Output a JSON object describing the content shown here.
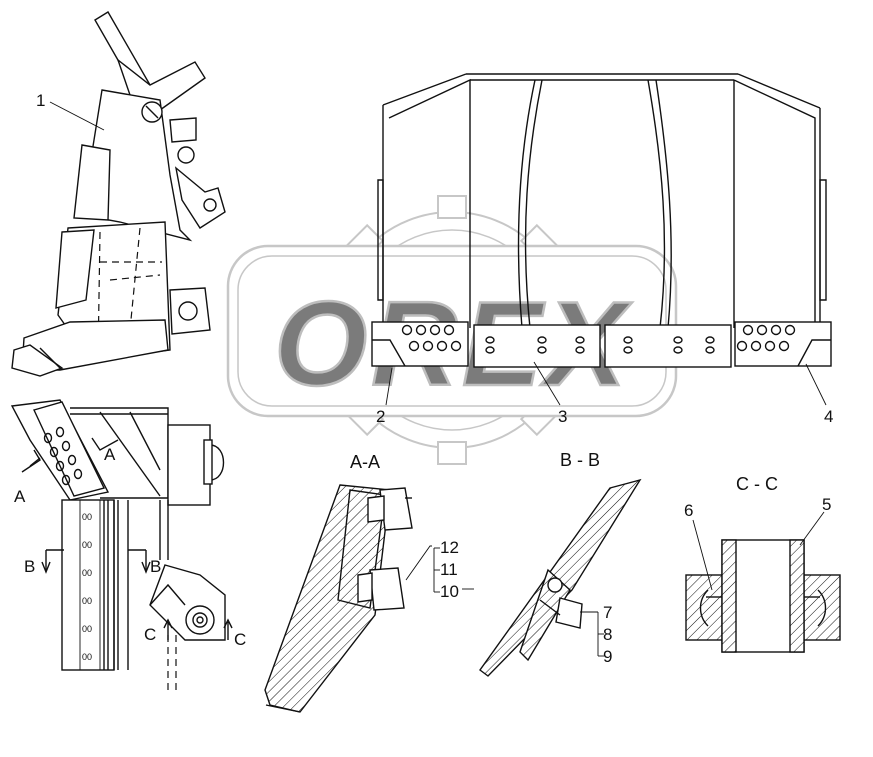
{
  "watermark": {
    "text": "OREX"
  },
  "callouts": {
    "c1": "1",
    "c2": "2",
    "c3": "3",
    "c4": "4",
    "c5": "5",
    "c6": "6",
    "c7": "7",
    "c8": "8",
    "c9": "9",
    "c10": "10",
    "c11": "11",
    "c12": "12"
  },
  "sections": {
    "aa": "A-A",
    "bb": "B - B",
    "cc": "C - C"
  },
  "cut_marks": {
    "a_left": "A",
    "a_right": "A",
    "b_left": "B",
    "b_right": "B",
    "c_left": "C",
    "c_right": "C"
  }
}
